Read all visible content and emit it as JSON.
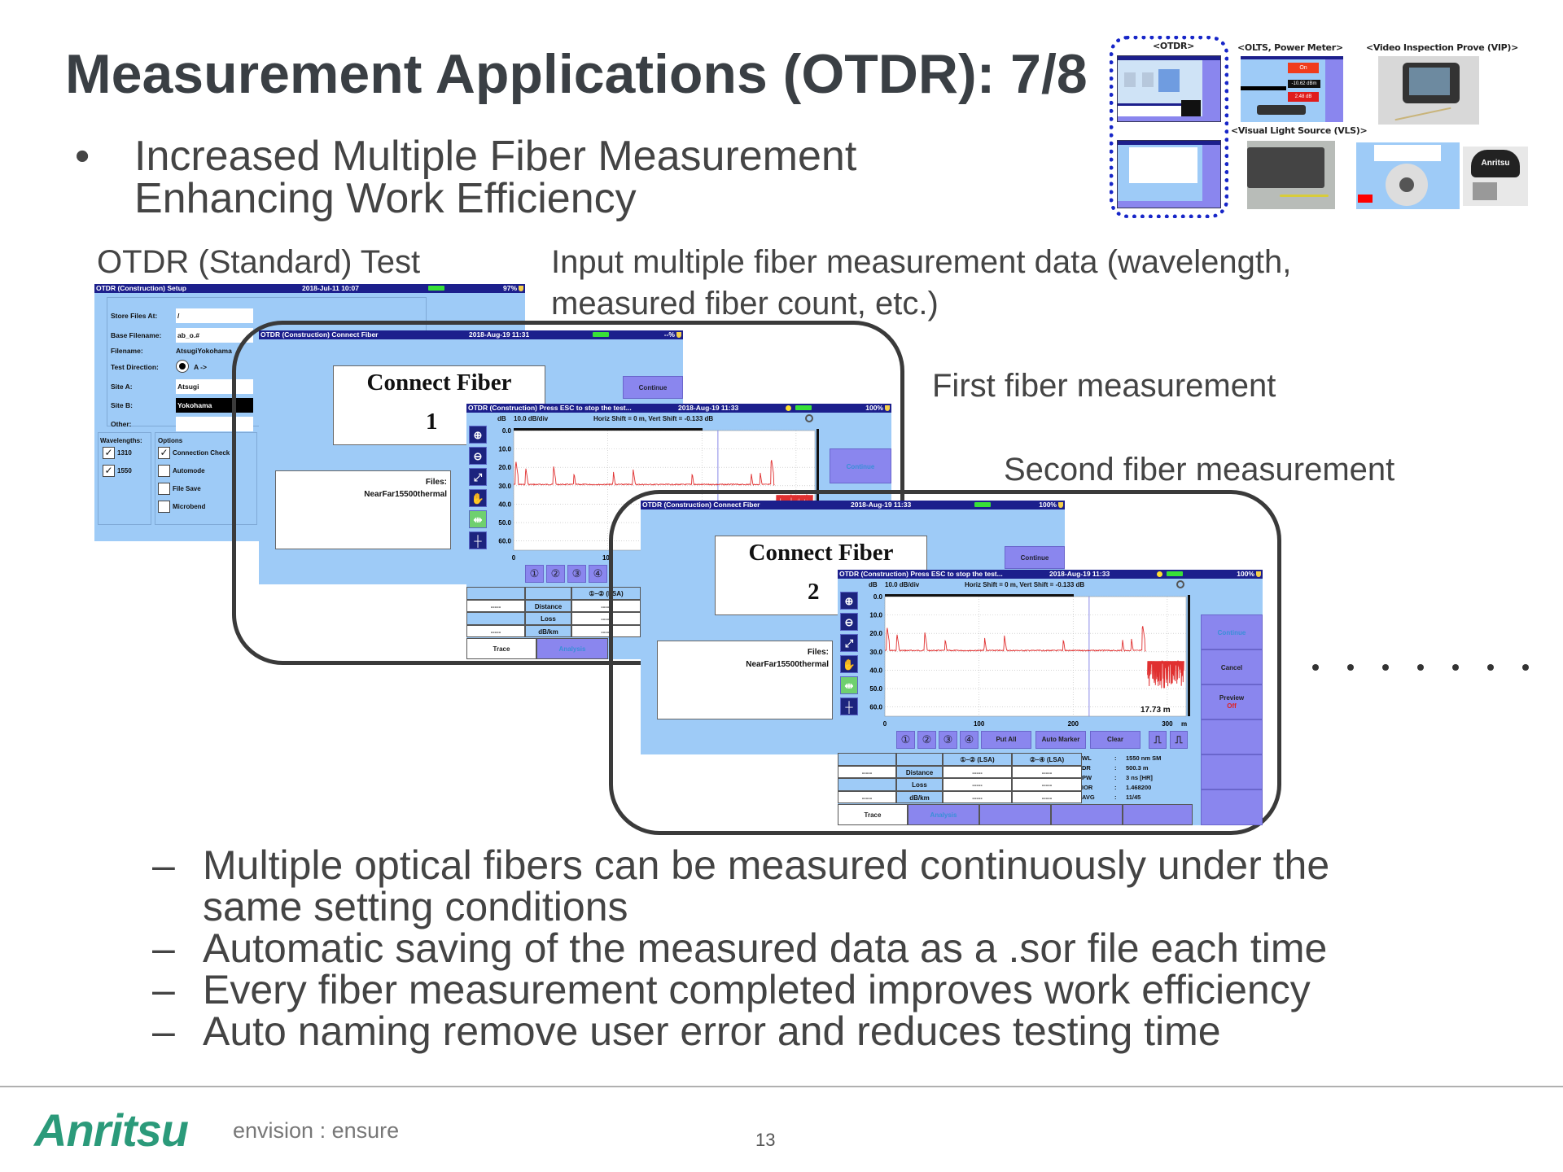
{
  "slide": {
    "title": "Measurement Applications (OTDR): 7/8",
    "bullet_line1": "Increased Multiple Fiber Measurement",
    "bullet_line2": "Enhancing Work Efficiency",
    "bullet_symbol": "•",
    "standard_test_label": "OTDR  (Standard) Test",
    "input_note_line1": "Input multiple fiber measurement data (wavelength,",
    "input_note_line2": "measured fiber count, etc.)",
    "first_label": "First fiber measurement",
    "second_label": "Second fiber measurement",
    "sub_bullets": [
      {
        "dash": "–",
        "line1": "Multiple optical fibers can be measured continuously under the",
        "line2": "same setting conditions"
      },
      {
        "dash": "–",
        "line1": "Automatic saving of the measured data as a .sor file each time"
      },
      {
        "dash": "–",
        "line1": "Every fiber measurement completed improves work efficiency"
      },
      {
        "dash": "–",
        "line1": "Auto naming remove user error and reduces testing time"
      }
    ],
    "page_number": "13"
  },
  "footer": {
    "logo": "Anritsu",
    "tagline": "envision : ensure",
    "brand_color": "#2b9a7a"
  },
  "thumbnails": {
    "otdr": "<OTDR>",
    "olts": "<OLTS, Power Meter>",
    "vip": "<Video Inspection Prove (VIP)>",
    "vls": "<Visual Light Source (VLS)>",
    "olts_on": "On",
    "olts_power": "-10.62 dBm",
    "olts_loss": "2.48 dB",
    "pouch_logo": "Anritsu"
  },
  "setup_screen": {
    "title": "OTDR (Construction) Setup",
    "datetime": "2018-Jul-11 10:07",
    "battery": "97%",
    "fields": [
      {
        "label": "Store Files At:",
        "value": "/"
      },
      {
        "label": "Base Filename:",
        "value": "ab_o.#"
      },
      {
        "label": "Filename:",
        "value": "AtsugiYokohama"
      },
      {
        "label": "Test Direction:",
        "value": "A ->"
      },
      {
        "label": "Site A:",
        "value": "Atsugi"
      },
      {
        "label": "Site B:",
        "value": "Yokohama"
      },
      {
        "label": "Other:",
        "value": ""
      }
    ],
    "wavelengths_label": "Wavelengths:",
    "wavelengths": [
      "1310",
      "1550"
    ],
    "options_label": "Options",
    "options": [
      {
        "label": "Connection Check",
        "checked": true
      },
      {
        "label": "Automode",
        "checked": false
      },
      {
        "label": "File Save",
        "checked": false
      },
      {
        "label": "Microbend",
        "checked": false
      }
    ],
    "check_mark": "✓"
  },
  "connect_screens": [
    {
      "title": "OTDR (Construction) Connect Fiber",
      "datetime": "2018-Aug-19 11:31",
      "battery": "--%",
      "heading": "Connect Fiber",
      "number": "1",
      "continue": "Continue",
      "files_label": "Files:",
      "file": "NearFar15500thermal"
    },
    {
      "title": "OTDR (Construction) Connect Fiber",
      "datetime": "2018-Aug-19 11:33",
      "battery": "100%",
      "heading": "Connect Fiber",
      "number": "2",
      "continue": "Continue",
      "files_label": "Files:",
      "file": "NearFar15500thermal"
    }
  ],
  "trace_screen": {
    "title": "OTDR (Construction) Press ESC to stop the test...",
    "datetime": "2018-Aug-19 11:33",
    "battery": "100%",
    "y_unit": "dB",
    "scale": "10.0 dB/div",
    "shift": "Horiz Shift = 0 m, Vert Shift = -0.133 dB",
    "y_ticks": [
      "0.0",
      "10.0",
      "20.0",
      "30.0",
      "40.0",
      "50.0",
      "60.0"
    ],
    "x_ticks": [
      "0",
      "100",
      "200",
      "300"
    ],
    "x_unit": "m",
    "distance_readout": "17.73 m",
    "cursor_m": 217,
    "markers": [
      "①",
      "②",
      "③",
      "④"
    ],
    "put_all": "Put All",
    "auto_marker": "Auto Marker",
    "clear": "Clear",
    "table_headers": [
      "①–② (LSA)",
      "②–④ (LSA)"
    ],
    "rows": [
      {
        "left": "-----",
        "label": "Distance",
        "a": "-----",
        "b": "-----"
      },
      {
        "left": "",
        "label": "Loss",
        "a": "-----",
        "b": "-----"
      },
      {
        "left": "-----",
        "label": "dB/km",
        "a": "-----",
        "b": "-----"
      }
    ],
    "info": [
      {
        "k": "WL",
        "v": "1550 nm SM"
      },
      {
        "k": "DR",
        "v": "500.3 m"
      },
      {
        "k": "PW",
        "v": "3 ns [HR]"
      },
      {
        "k": "IOR",
        "v": "1.468200"
      },
      {
        "k": "AVG",
        "v": "11/45"
      }
    ],
    "side_buttons": [
      "Continue",
      "Cancel",
      "Preview",
      "Off"
    ],
    "tabs": [
      "Trace",
      "Analysis"
    ],
    "trace": {
      "baseline_db": 29.3,
      "fiber_end_m": 277,
      "events": [
        [
          2.3,
          16.3
        ],
        [
          12.8,
          20
        ],
        [
          42.4,
          19.2
        ],
        [
          64.1,
          23
        ],
        [
          106,
          22.5
        ],
        [
          127,
          21.2
        ],
        [
          189.6,
          23
        ],
        [
          252.4,
          23.2
        ],
        [
          262,
          23
        ],
        [
          273.7,
          15
        ]
      ],
      "noise_db": [
        35,
        50
      ],
      "x_range_m": [
        0,
        320
      ],
      "y_range_db": [
        0,
        65
      ],
      "trace_color": "#e03030"
    }
  }
}
